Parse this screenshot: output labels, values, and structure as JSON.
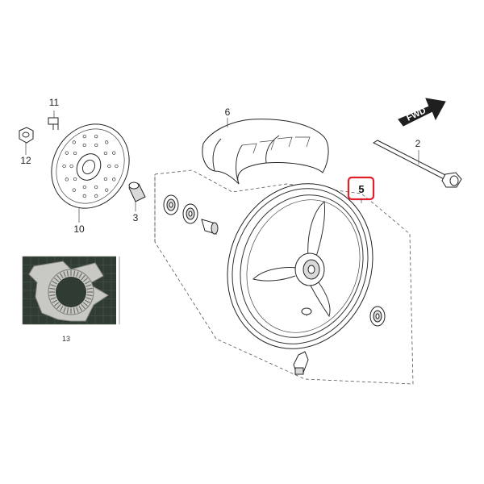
{
  "diagram": {
    "parts": [
      {
        "id": "p1",
        "number": "2"
      },
      {
        "id": "p2",
        "number": "3"
      },
      {
        "id": "p3",
        "number": "5"
      },
      {
        "id": "p4",
        "number": "6"
      },
      {
        "id": "p5",
        "number": "10"
      },
      {
        "id": "p6",
        "number": "11"
      },
      {
        "id": "p7",
        "number": "12"
      },
      {
        "id": "p8",
        "number": "13"
      }
    ],
    "forward_indicator": "FWD",
    "colors": {
      "highlight_box": "#e0202a",
      "outline": "#222222",
      "photo_background": "#2f3b33"
    }
  }
}
